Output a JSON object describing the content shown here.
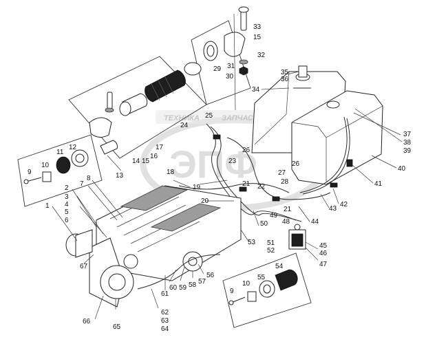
{
  "watermark": {
    "letters": "ЭПФ",
    "banner_left": "ТЕХНИКА",
    "banner_right": "ЗАПЧАСТИ"
  },
  "callouts": [
    {
      "id": "c1",
      "text": "1"
    },
    {
      "id": "c2",
      "text": "2"
    },
    {
      "id": "c3",
      "text": "3"
    },
    {
      "id": "c4",
      "text": "4"
    },
    {
      "id": "c5",
      "text": "5"
    },
    {
      "id": "c6",
      "text": "6"
    },
    {
      "id": "c7",
      "text": "7"
    },
    {
      "id": "c8",
      "text": "8"
    },
    {
      "id": "c9a",
      "text": "9"
    },
    {
      "id": "c10a",
      "text": "10"
    },
    {
      "id": "c11",
      "text": "11"
    },
    {
      "id": "c12",
      "text": "12"
    },
    {
      "id": "c13",
      "text": "13"
    },
    {
      "id": "c14",
      "text": "14"
    },
    {
      "id": "c15a",
      "text": "15"
    },
    {
      "id": "c16",
      "text": "16"
    },
    {
      "id": "c17",
      "text": "17"
    },
    {
      "id": "c18",
      "text": "18"
    },
    {
      "id": "c19",
      "text": "19"
    },
    {
      "id": "c20",
      "text": "20"
    },
    {
      "id": "c21a",
      "text": "21"
    },
    {
      "id": "c21b",
      "text": "21"
    },
    {
      "id": "c22",
      "text": "22"
    },
    {
      "id": "c23",
      "text": "23"
    },
    {
      "id": "c24",
      "text": "24"
    },
    {
      "id": "c25",
      "text": "25"
    },
    {
      "id": "c26a",
      "text": "26"
    },
    {
      "id": "c26b",
      "text": "26"
    },
    {
      "id": "c27",
      "text": "27"
    },
    {
      "id": "c28",
      "text": "28"
    },
    {
      "id": "c29",
      "text": "29"
    },
    {
      "id": "c30",
      "text": "30"
    },
    {
      "id": "c31",
      "text": "31"
    },
    {
      "id": "c32",
      "text": "32"
    },
    {
      "id": "c33",
      "text": "33"
    },
    {
      "id": "c15b",
      "text": "15"
    },
    {
      "id": "c34",
      "text": "34"
    },
    {
      "id": "c35",
      "text": "35"
    },
    {
      "id": "c36",
      "text": "36"
    },
    {
      "id": "c37",
      "text": "37"
    },
    {
      "id": "c38",
      "text": "38"
    },
    {
      "id": "c39",
      "text": "39"
    },
    {
      "id": "c40",
      "text": "40"
    },
    {
      "id": "c41",
      "text": "41"
    },
    {
      "id": "c42",
      "text": "42"
    },
    {
      "id": "c43",
      "text": "43"
    },
    {
      "id": "c44",
      "text": "44"
    },
    {
      "id": "c45",
      "text": "45"
    },
    {
      "id": "c46",
      "text": "46"
    },
    {
      "id": "c47",
      "text": "47"
    },
    {
      "id": "c48",
      "text": "48"
    },
    {
      "id": "c49",
      "text": "49"
    },
    {
      "id": "c50",
      "text": "50"
    },
    {
      "id": "c51",
      "text": "51"
    },
    {
      "id": "c52",
      "text": "52"
    },
    {
      "id": "c53",
      "text": "53"
    },
    {
      "id": "c54",
      "text": "54"
    },
    {
      "id": "c55",
      "text": "55"
    },
    {
      "id": "c9b",
      "text": "9"
    },
    {
      "id": "c10b",
      "text": "10"
    },
    {
      "id": "c56",
      "text": "56"
    },
    {
      "id": "c57",
      "text": "57"
    },
    {
      "id": "c58",
      "text": "58"
    },
    {
      "id": "c59",
      "text": "59"
    },
    {
      "id": "c60",
      "text": "60"
    },
    {
      "id": "c61",
      "text": "61"
    },
    {
      "id": "c62",
      "text": "62"
    },
    {
      "id": "c63",
      "text": "63"
    },
    {
      "id": "c64",
      "text": "64"
    },
    {
      "id": "c65",
      "text": "65"
    },
    {
      "id": "c66",
      "text": "66"
    },
    {
      "id": "c67",
      "text": "67"
    }
  ]
}
